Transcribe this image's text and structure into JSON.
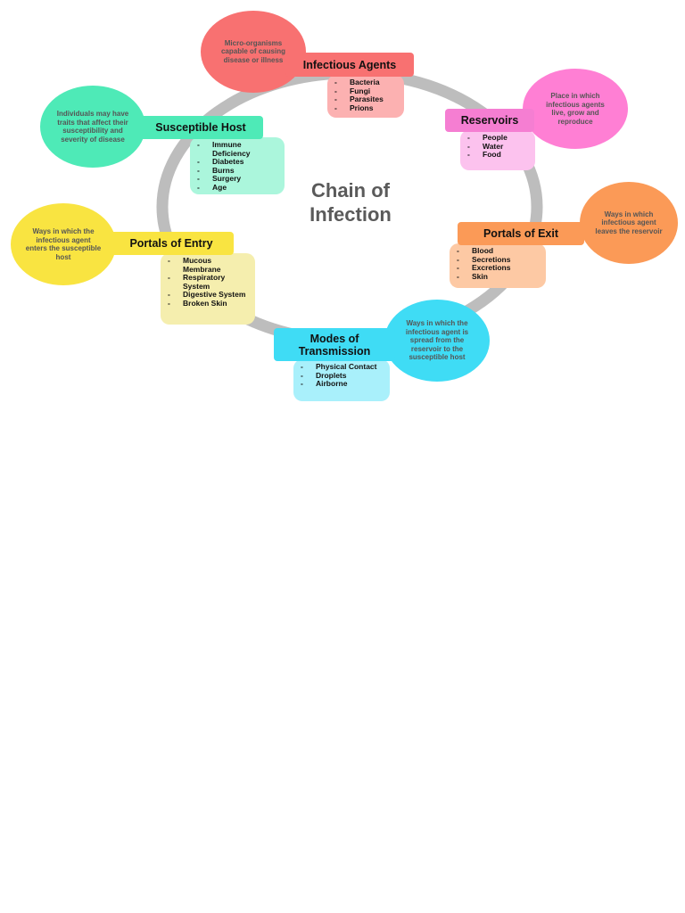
{
  "title": {
    "line1": "Chain of",
    "line2": "Infection"
  },
  "colors": {
    "ring": "#bdbdbd",
    "infectious_agents": {
      "bubble": "#f87171",
      "header": "#f87171",
      "list": "#fcb1b1"
    },
    "reservoirs": {
      "bubble": "#ff7fd4",
      "header": "#f57ed2",
      "list": "#fcc2ee"
    },
    "portals_of_exit": {
      "bubble": "#fb9a57",
      "header": "#fb9a57",
      "list": "#fdc9a4"
    },
    "modes_of_transmission": {
      "bubble": "#3fdcf5",
      "header": "#3fdcf5",
      "list": "#a9f0fb"
    },
    "portals_of_entry": {
      "bubble": "#f9e441",
      "header": "#f9e441",
      "list": "#f5eeae"
    },
    "susceptible_host": {
      "bubble": "#4eeab7",
      "header": "#4eeab7",
      "list": "#abf6dc"
    }
  },
  "nodes": {
    "infectious_agents": {
      "header": "Infectious Agents",
      "bubble": "Micro-organisms capable of causing disease or illness",
      "items": [
        "Bacteria",
        "Fungi",
        "Parasites",
        "Prions"
      ]
    },
    "reservoirs": {
      "header": "Reservoirs",
      "bubble": "Place in which infectious agents live, grow and reproduce",
      "items": [
        "People",
        "Water",
        "Food"
      ]
    },
    "portals_of_exit": {
      "header": "Portals of Exit",
      "bubble": "Ways in which infectious agent leaves the reservoir",
      "items": [
        "Blood",
        "Secretions",
        "Excretions",
        "Skin"
      ]
    },
    "modes_of_transmission": {
      "header_line1": "Modes of",
      "header_line2": "Transmission",
      "bubble": "Ways in which the infectious agent is spread from the reservoir to the susceptible host",
      "items": [
        "Physical Contact",
        "Droplets",
        "Airborne"
      ]
    },
    "portals_of_entry": {
      "header": "Portals of Entry",
      "bubble": "Ways in which the infectious agent enters the susceptible host",
      "items": [
        "Mucous Membrane",
        "Respiratory System",
        "Digestive System",
        "Broken Skin"
      ]
    },
    "susceptible_host": {
      "header": "Susceptible Host",
      "bubble": "Individuals may have traits that affect their susceptibility and severity of disease",
      "items": [
        "Immune Deficiency",
        "Diabetes",
        "Burns",
        "Surgery",
        "Age"
      ]
    }
  }
}
